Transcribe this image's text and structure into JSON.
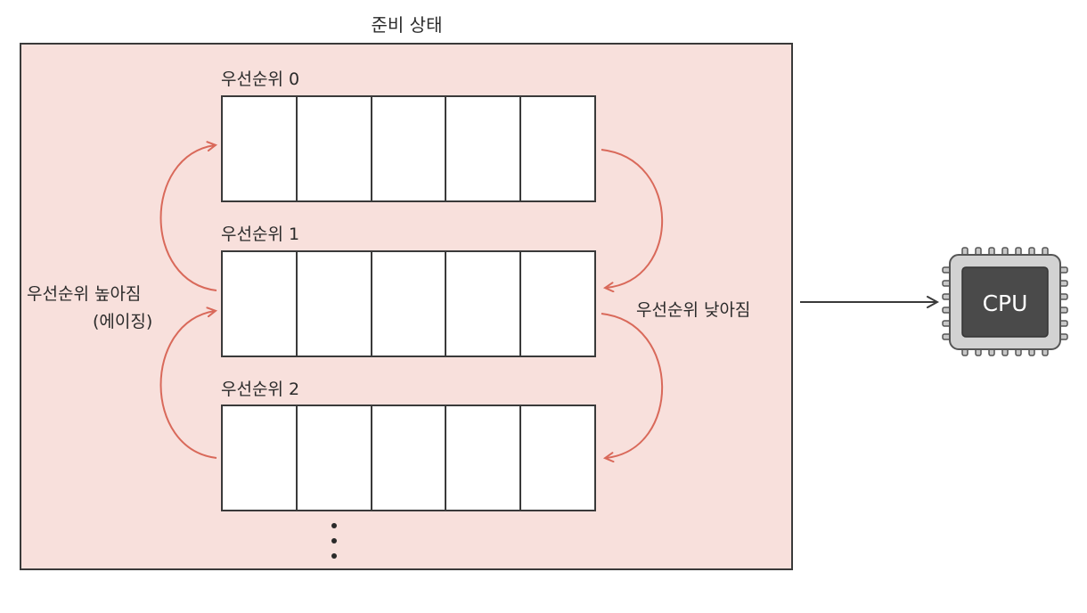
{
  "diagram": {
    "title": "준비 상태",
    "queues": [
      {
        "label": "우선순위 0",
        "slots": 5
      },
      {
        "label": "우선순위 1",
        "slots": 5
      },
      {
        "label": "우선순위 2",
        "slots": 5
      }
    ],
    "left_label": {
      "line1": "우선순위 높아짐",
      "line2": "(에이징)"
    },
    "right_label": "우선순위 낮아짐",
    "processor_label": "CPU",
    "colors": {
      "ready_area": "#f8e0dc",
      "arrow": "#d9695a",
      "cpu_chip": "#4a4a4a",
      "cpu_frame": "#c8c8c8"
    }
  }
}
